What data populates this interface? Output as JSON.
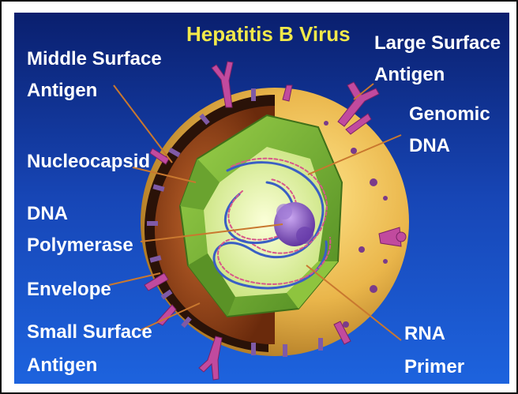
{
  "title": "Hepatitis B Virus",
  "labels": {
    "middle_surface_antigen": [
      "Middle Surface",
      "Antigen"
    ],
    "nucleocapsid": "Nucleocapsid",
    "dna_polymerase": [
      "DNA",
      "Polymerase"
    ],
    "envelope": "Envelope",
    "small_surface_antigen": [
      "Small Surface",
      "Antigen"
    ],
    "large_surface_antigen": [
      "Large Surface",
      "Antigen"
    ],
    "genomic_dna": [
      "Genomic",
      "DNA"
    ],
    "rna_primer": [
      "RNA",
      "Primer"
    ]
  },
  "colors": {
    "background_top": "#0d2a8a",
    "background_bottom": "#1a5ad6",
    "envelope": "#e9b84a",
    "capsid_green": "#7fb33a",
    "capsid_light": "#d6ee8a",
    "inner_brown": "#8a3b16",
    "spike_purple": "#b04a9a",
    "label_text": "#ffffff",
    "title_text": "#f2e94a"
  }
}
